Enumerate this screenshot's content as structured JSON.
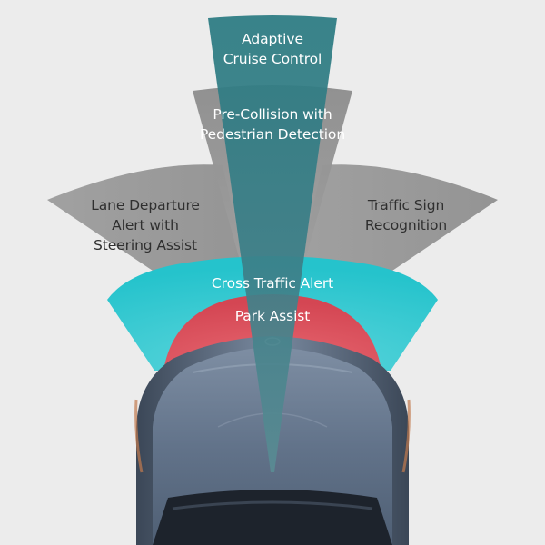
{
  "diagram": {
    "zones": {
      "acc": {
        "lines": [
          "Adaptive",
          "Cruise Control"
        ]
      },
      "pcs": {
        "lines": [
          "Pre-Collision with",
          "Pedestrian Detection"
        ]
      },
      "lda": {
        "lines": [
          "Lane Departure",
          "Alert with",
          "Steering Assist"
        ]
      },
      "tsr": {
        "lines": [
          "Traffic Sign",
          "Recognition"
        ]
      },
      "cta": {
        "lines": [
          "Cross Traffic Alert"
        ]
      },
      "park": {
        "lines": [
          "Park Assist"
        ]
      }
    },
    "colors": {
      "background": "#ececec",
      "gray_zone": "#9a9a9a",
      "teal_zone": "#27c6cf",
      "red_zone": "#d94a57",
      "acc_beam": "#2d7b83",
      "car_body": "#5f6f84"
    }
  }
}
